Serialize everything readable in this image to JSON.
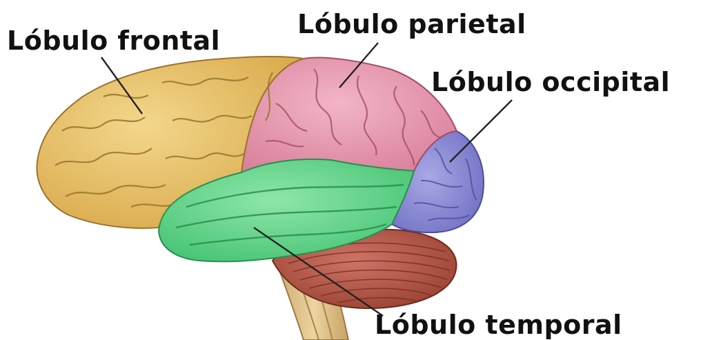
{
  "labels": {
    "frontal": "Lóbulo frontal",
    "parietal": "Lóbulo parietal",
    "occipital": "Lóbulo occipital",
    "temporal": "Lóbulo temporal"
  },
  "colors": {
    "frontal": "#e9c46a",
    "parietal": "#e79ab0",
    "occipital": "#8f8fd6",
    "temporal": "#66d68e",
    "cerebellum": "#b5564a",
    "brainstem": "#e3c48d",
    "label_text": "#111111",
    "leader_line": "#222222"
  }
}
